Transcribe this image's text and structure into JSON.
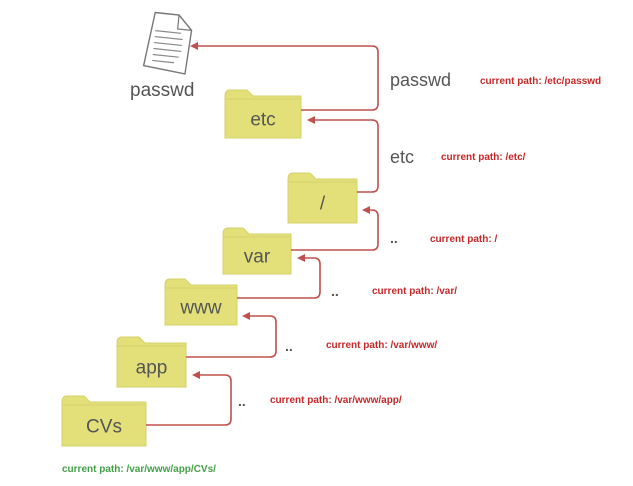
{
  "colors": {
    "folder_fill": "#e3e07a",
    "folder_stroke": "#d6d26a",
    "arrow": "#c0504d",
    "path_red": "#c62828",
    "path_green": "#43a047",
    "label_text": "#555555"
  },
  "file": {
    "icon": "document-icon",
    "label": "passwd"
  },
  "folders": [
    {
      "label": "CVs"
    },
    {
      "label": "app"
    },
    {
      "label": "www"
    },
    {
      "label": "var"
    },
    {
      "label": "/"
    },
    {
      "label": "etc"
    }
  ],
  "steps": [
    {
      "label": "..",
      "path": "current path: /var/www/app/"
    },
    {
      "label": "..",
      "path": "current path: /var/www/"
    },
    {
      "label": "..",
      "path": "current path: /var/"
    },
    {
      "label": "..",
      "path": "current path: /"
    },
    {
      "label": "etc",
      "path": "current path: /etc/"
    },
    {
      "label": "passwd",
      "path": "current path: /etc/passwd"
    }
  ],
  "start_path": "current path: /var/www/app/CVs/"
}
